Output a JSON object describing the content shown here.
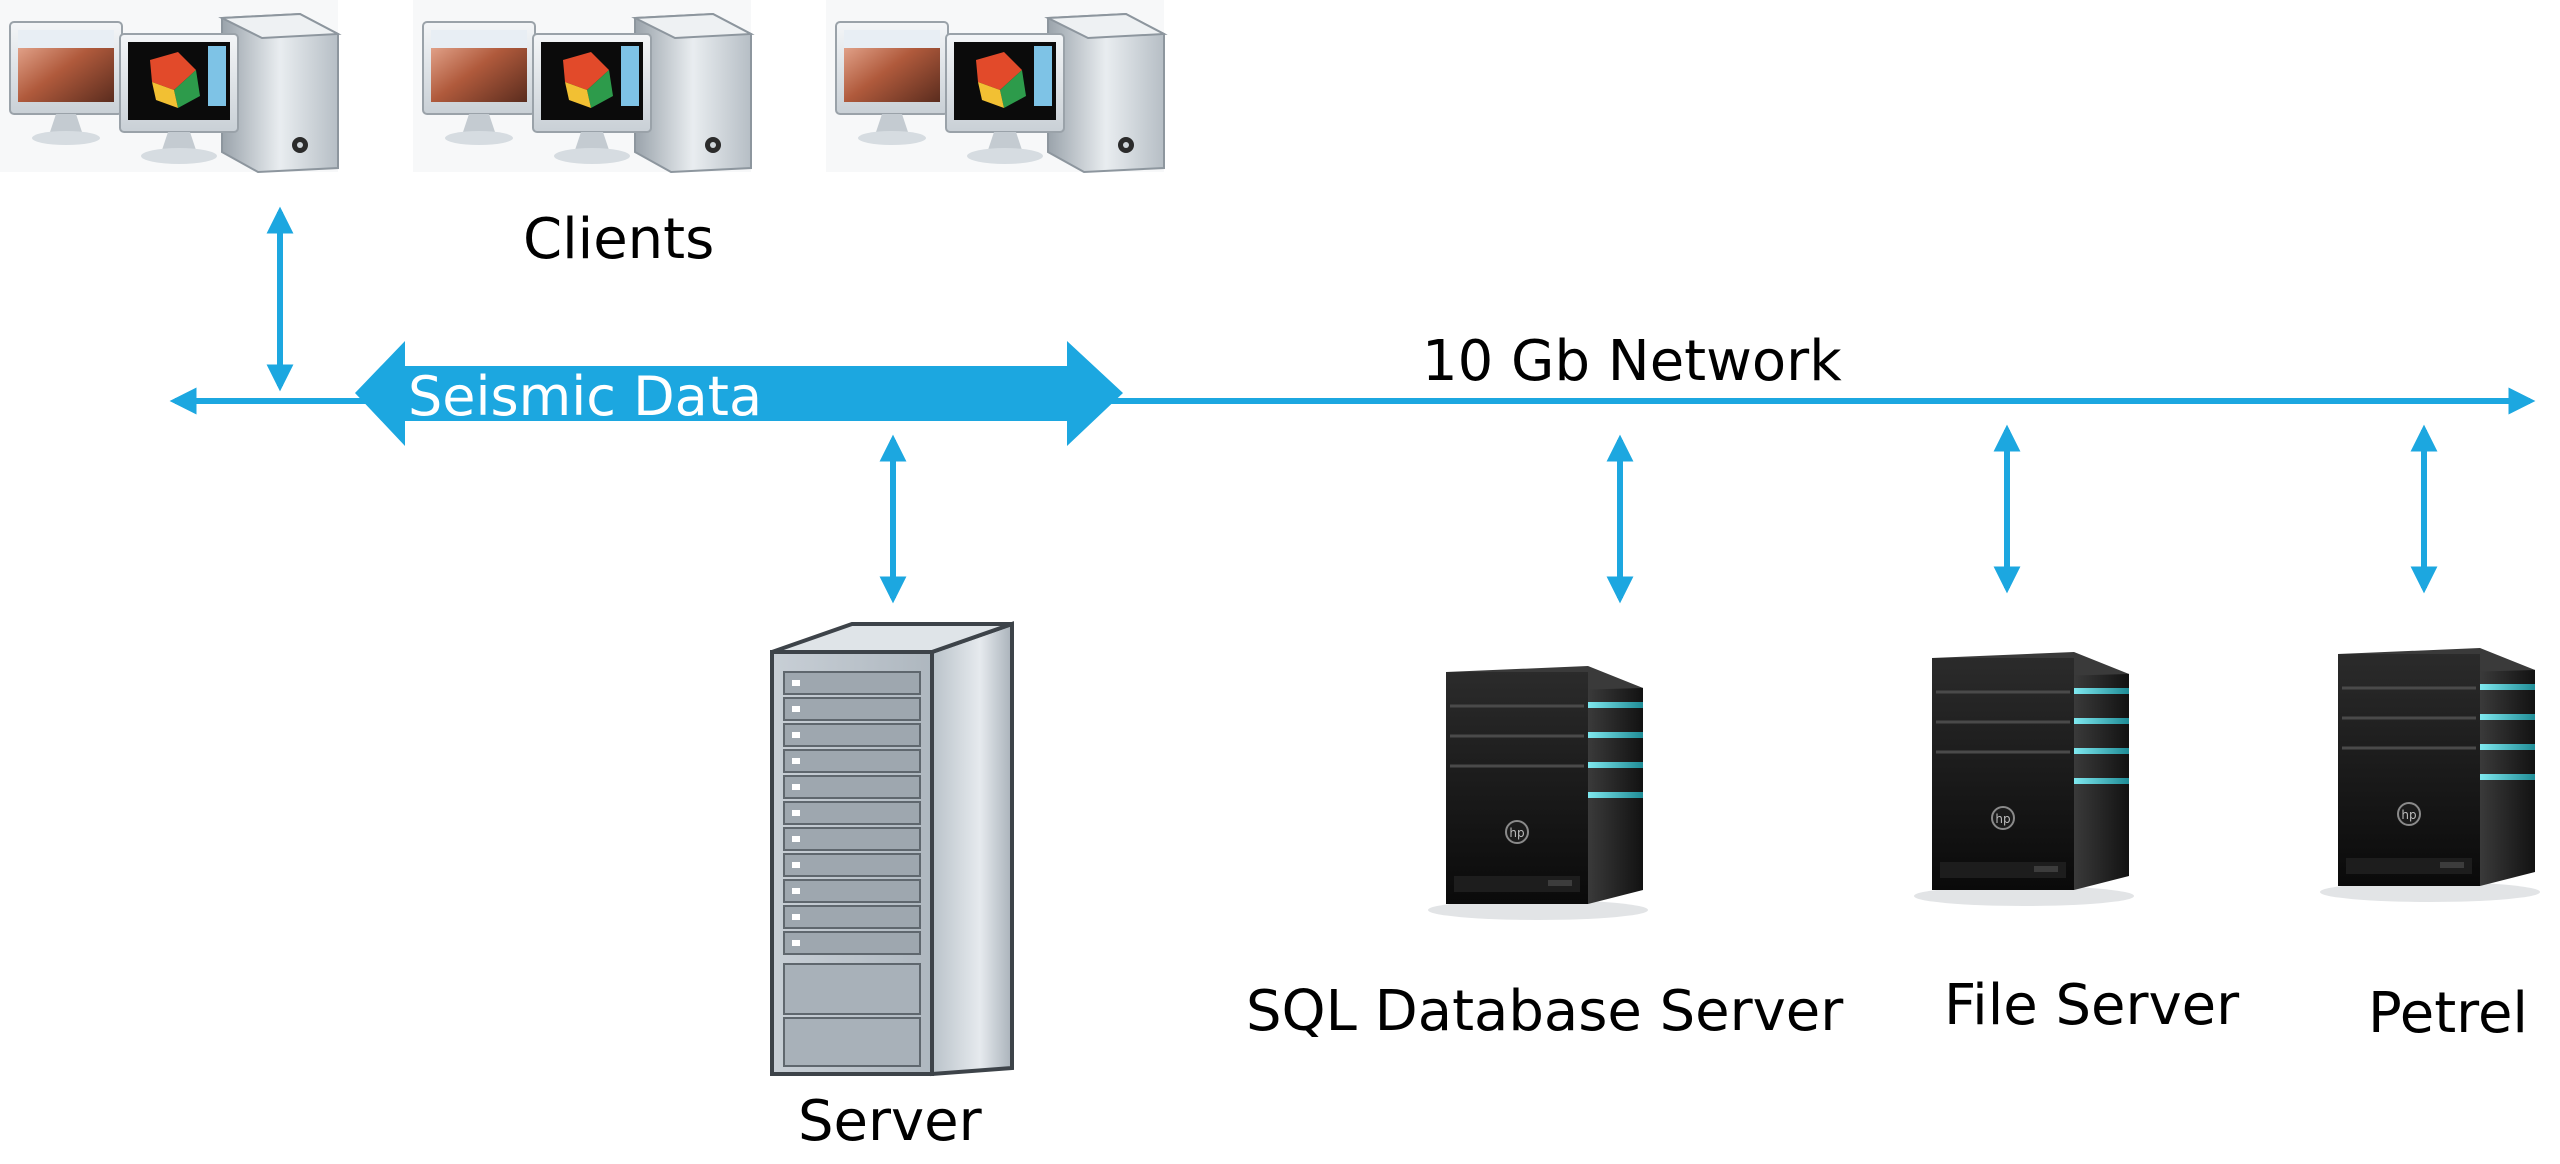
{
  "diagram": {
    "clients_label": "Clients",
    "network_label": "10 Gb Network",
    "band_label": "Seismic Data",
    "server_label": "Server",
    "sql_label": "SQL Database Server",
    "file_label": "File Server",
    "petrel_label": "Petrel"
  },
  "colors": {
    "network": "#1ca7e0",
    "text": "#000000",
    "band_text": "#ffffff"
  },
  "icons": {
    "client": "client-workstation-icon",
    "rack": "rack-server-icon",
    "tower": "tower-server-icon"
  }
}
